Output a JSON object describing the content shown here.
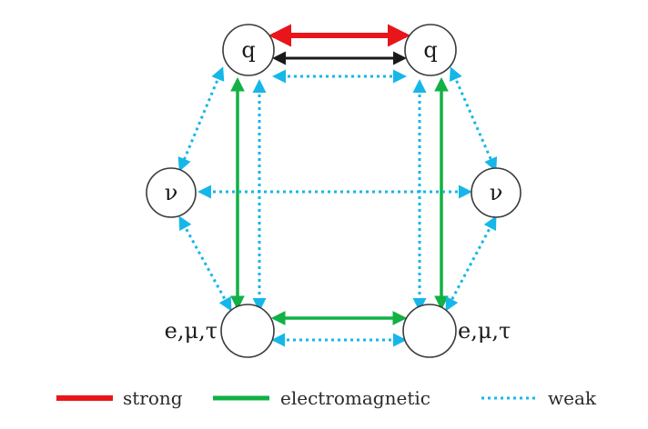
{
  "nodes": {
    "q_left": {
      "label": "q"
    },
    "q_right": {
      "label": "q"
    },
    "nu_left": {
      "label": "ν"
    },
    "nu_right": {
      "label": "ν"
    },
    "lepton_left": {
      "label": "e,μ,τ"
    },
    "lepton_right": {
      "label": "e,μ,τ"
    }
  },
  "legend": {
    "strong": "strong",
    "electromagnetic": "electromagnetic",
    "weak": "weak"
  },
  "colors": {
    "strong": "#e8151b",
    "electromagnetic": "#11b145",
    "weak": "#16b7e8",
    "quark_link": "#1a1a1a"
  }
}
